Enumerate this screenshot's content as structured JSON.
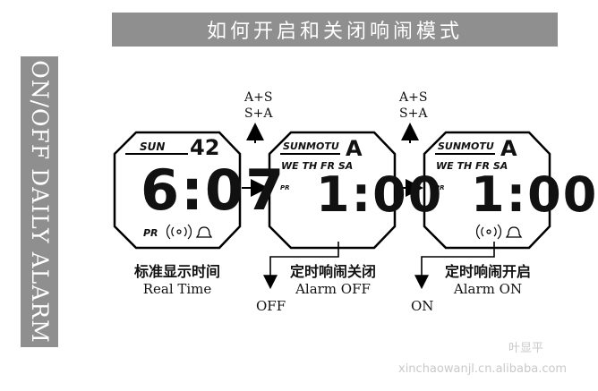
{
  "banner": {
    "title": "如何开启和关闭响闹模式"
  },
  "sidebar": {
    "title": "ON/OFF DAILY ALARM"
  },
  "screens": [
    {
      "day": "SUN",
      "seconds": "42",
      "time": "6:07",
      "pr": "PR",
      "label_cn": "标准显示时间",
      "label_en": "Real Time"
    },
    {
      "days_row1": "SUNMOTU",
      "days_row2": "WE TH FR SA",
      "mode": "A",
      "time": "1:00",
      "pr": "PR",
      "label_cn": "定时响闹关闭",
      "label_en": "Alarm OFF"
    },
    {
      "days_row1": "SUNMOTU",
      "days_row2": "WE TH FR SA",
      "mode": "A",
      "time": "1:00",
      "pr": "PR",
      "label_cn": "定时响闹开启",
      "label_en": "Alarm ON"
    }
  ],
  "key_labels": {
    "first": "A+S",
    "second": "S+A"
  },
  "states": {
    "off": "OFF",
    "on": "ON"
  },
  "watermark": {
    "name": "叶显平",
    "site": "xinchaowanjl.cn.alibaba.com"
  }
}
